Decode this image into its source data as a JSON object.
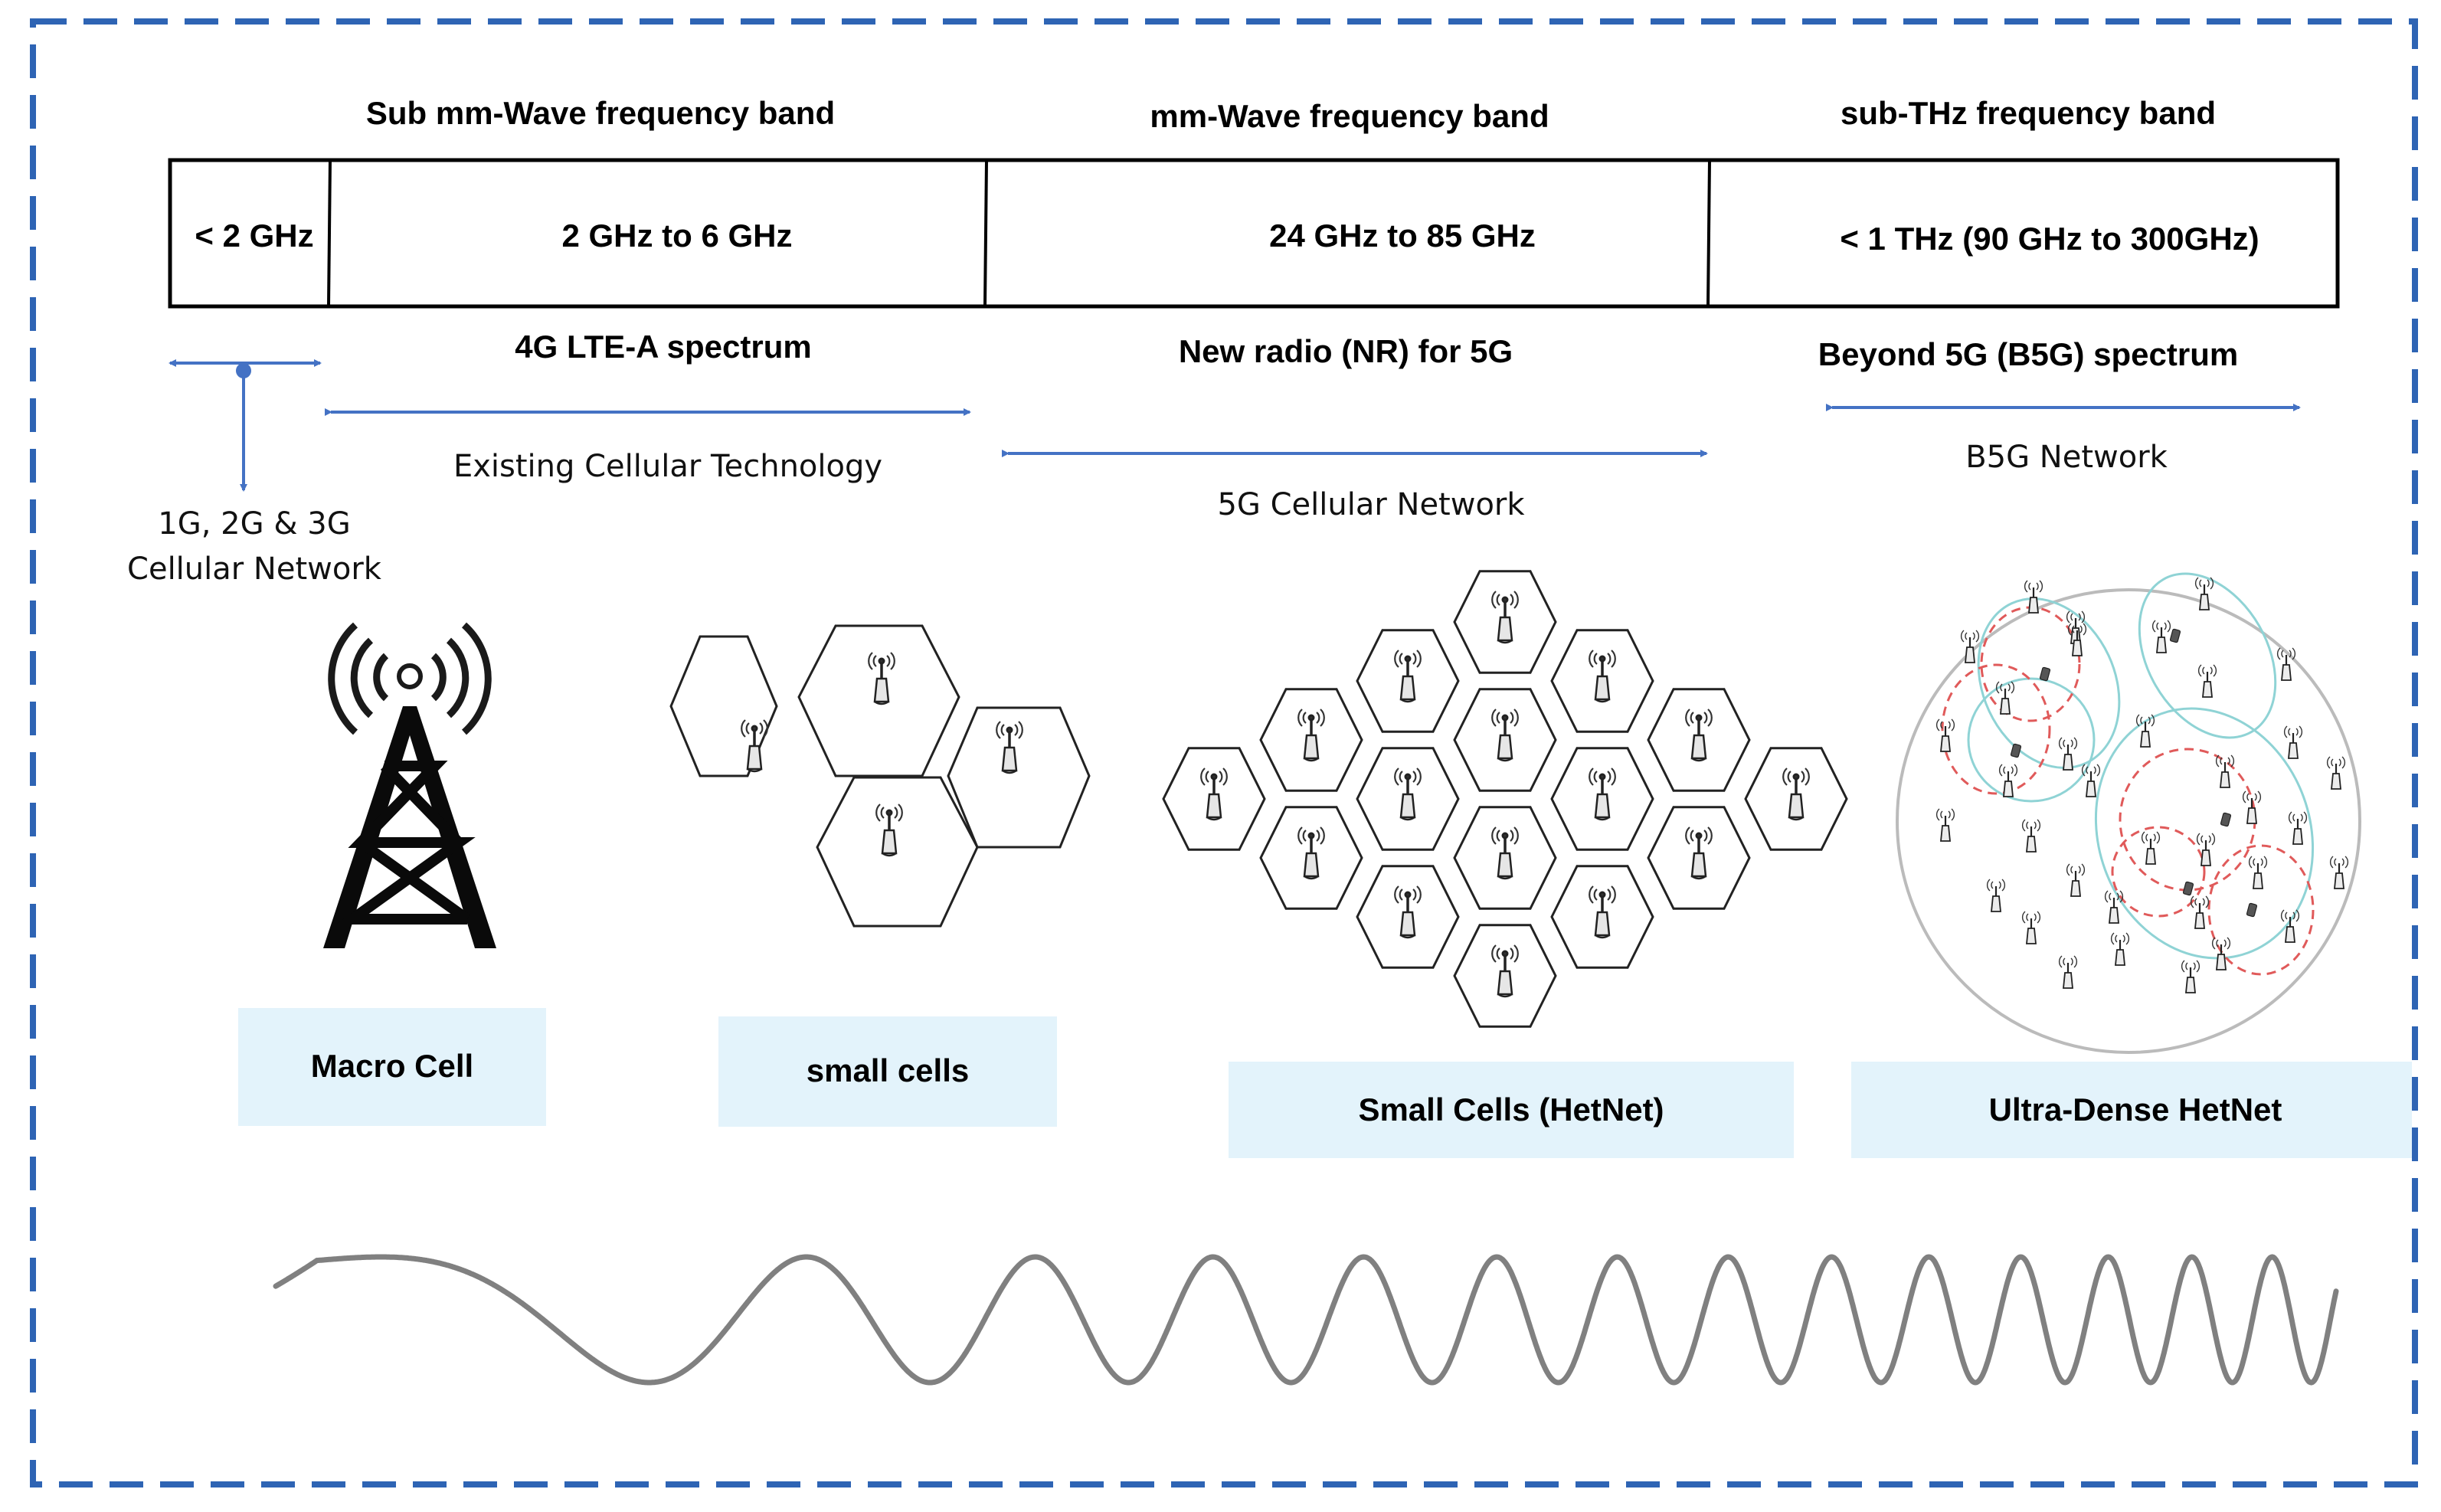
{
  "headers": {
    "sub_mm": "Sub mm-Wave frequency band",
    "mm": "mm-Wave frequency band",
    "sub_thz": "sub-THz frequency band"
  },
  "bands": {
    "b1": "< 2 GHz",
    "b2": "2 GHz to 6 GHz",
    "b3": "24 GHz to 85 GHz",
    "b4": "< 1 THz (90 GHz to 300GHz)"
  },
  "spectrum": {
    "lte": "4G LTE-A spectrum",
    "nr": "New radio (NR) for 5G",
    "b5g": "Beyond 5G (B5G) spectrum"
  },
  "networks": {
    "legacy_line1": "1G, 2G & 3G",
    "legacy_line2": "Cellular Network",
    "existing": "Existing Cellular Technology",
    "fiveg": "5G Cellular Network",
    "b5g": "B5G Network"
  },
  "cells": {
    "macro": "Macro Cell",
    "small": "small cells",
    "hetnet": "Small Cells (HetNet)",
    "udn": "Ultra-Dense HetNet"
  },
  "colors": {
    "border": "#2E64B4",
    "arrow": "#4472C4",
    "label_box": "#E3F3FB",
    "wave": "#808080",
    "cluster_cyan": "#8FD3D5",
    "cluster_red": "#E05A5A"
  },
  "icons": {
    "tower": "radio-tower-icon",
    "antenna": "antenna-icon",
    "device": "mobile-device-icon"
  }
}
